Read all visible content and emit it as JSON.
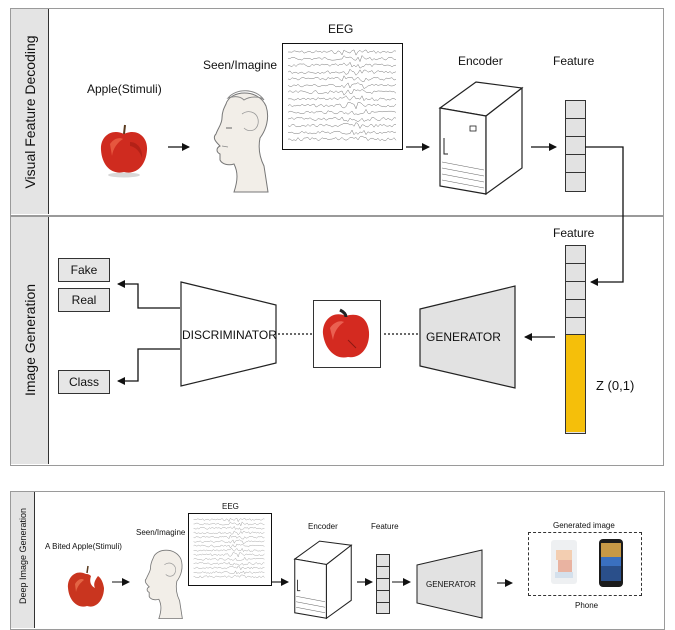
{
  "top": {
    "section_label": "Visual Feature Decoding",
    "stimuli_label": "Apple(Stimuli)",
    "seen_label": "Seen/Imagine",
    "eeg_label": "EEG",
    "encoder_label": "Encoder",
    "feature_label": "Feature"
  },
  "middle": {
    "section_label": "Image Generation",
    "feature_label": "Feature",
    "outputs": [
      "Fake",
      "Real",
      "Class"
    ],
    "discriminator_label": "DISCRIMINATOR",
    "generator_label": "GENERATOR",
    "noise_label": "Z (0,1)"
  },
  "bottom": {
    "section_label": "Deep Image Generation",
    "stimuli_label": "A Bited Apple(Stimuli)",
    "seen_label": "Seen/Imagine",
    "eeg_label": "EEG",
    "encoder_label": "Encoder",
    "feature_label": "Feature",
    "generator_label": "GENERATOR",
    "generated_label": "Generated image",
    "phone_label": "Phone"
  },
  "colors": {
    "noise_fill": "#f5bf0a",
    "cell_fill": "#e2e2e2",
    "apple_red": "#d42a20"
  }
}
